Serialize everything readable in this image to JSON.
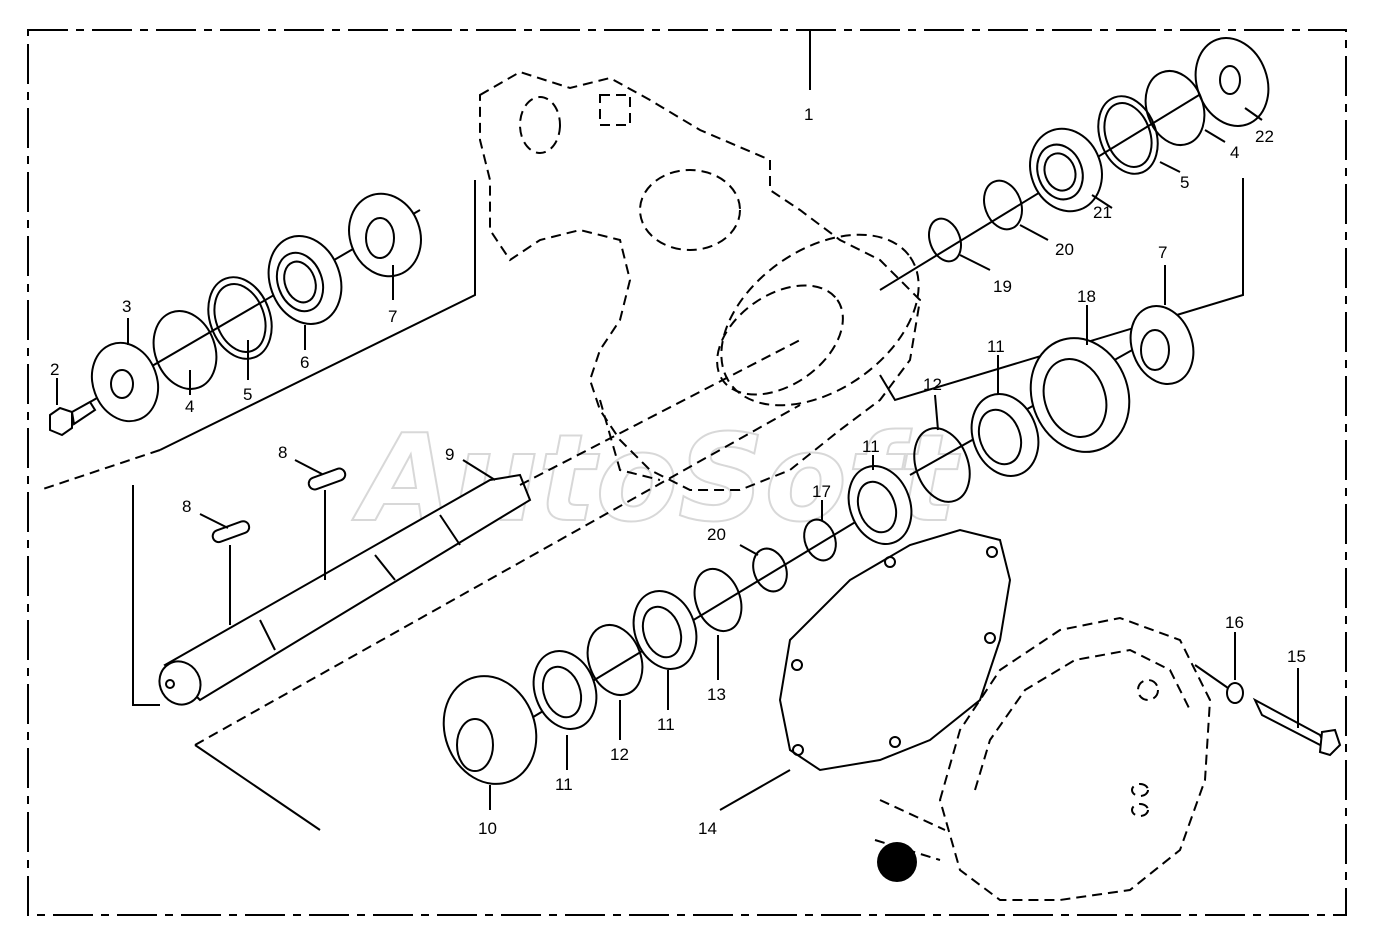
{
  "watermark": "AutoSoft",
  "labels": {
    "l1": "1",
    "l2": "2",
    "l3": "3",
    "l4a": "4",
    "l4b": "4",
    "l5a": "5",
    "l5b": "5",
    "l6": "6",
    "l7a": "7",
    "l7b": "7",
    "l8a": "8",
    "l8b": "8",
    "l9": "9",
    "l10": "10",
    "l11a": "11",
    "l11b": "11",
    "l11c": "11",
    "l11d": "11",
    "l12a": "12",
    "l12b": "12",
    "l13": "13",
    "l14": "14",
    "l15": "15",
    "l16": "16",
    "l17": "17",
    "l18": "18",
    "l19": "19",
    "l20a": "20",
    "l20b": "20",
    "l21": "21",
    "l22": "22"
  }
}
